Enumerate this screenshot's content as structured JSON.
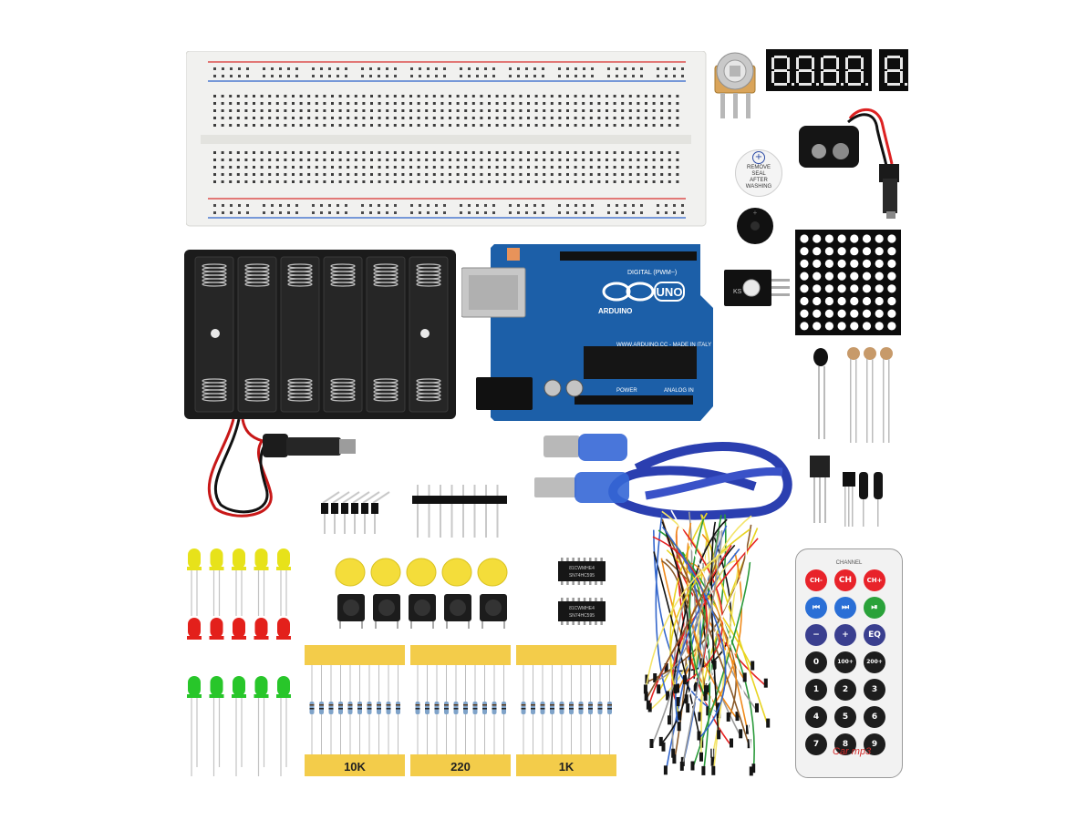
{
  "resistors": {
    "left_label": "10K",
    "middle_label": "220",
    "right_label": "1K"
  },
  "arduino": {
    "logo_text": "UNO",
    "brand_text": "ARDUINO",
    "digital_text": "DIGITAL (PWM~)",
    "made_text": "WWW.ARDUINO.CC - MADE IN ITALY",
    "power_text": "POWER",
    "analog_text": "ANALOG IN"
  },
  "buzzer_seal": {
    "line1": "REMOVE",
    "line2": "SEAL",
    "line3": "AFTER",
    "line4": "WASHING"
  },
  "ics": {
    "ic1_line1": "81CWMHE4",
    "ic1_line2": "SN74HC595",
    "ic2_line1": "81CWMHE4",
    "ic2_line2": "SN74HC595"
  },
  "remote": {
    "header": "CHANNEL",
    "buttons": [
      {
        "label": "CH-",
        "color": "#e8232a"
      },
      {
        "label": "CH",
        "color": "#e8232a"
      },
      {
        "label": "CH+",
        "color": "#e8232a"
      },
      {
        "label": "⏮",
        "color": "#2a6fd6"
      },
      {
        "label": "⏭",
        "color": "#2a6fd6"
      },
      {
        "label": "⏯",
        "color": "#2aa23a"
      },
      {
        "label": "−",
        "color": "#3a3f8f"
      },
      {
        "label": "+",
        "color": "#3a3f8f"
      },
      {
        "label": "EQ",
        "color": "#3a3f8f"
      },
      {
        "label": "0",
        "color": "#1d1d1d"
      },
      {
        "label": "100+",
        "color": "#1d1d1d"
      },
      {
        "label": "200+",
        "color": "#1d1d1d"
      },
      {
        "label": "1",
        "color": "#1d1d1d"
      },
      {
        "label": "2",
        "color": "#1d1d1d"
      },
      {
        "label": "3",
        "color": "#1d1d1d"
      },
      {
        "label": "4",
        "color": "#1d1d1d"
      },
      {
        "label": "5",
        "color": "#1d1d1d"
      },
      {
        "label": "6",
        "color": "#1d1d1d"
      },
      {
        "label": "7",
        "color": "#1d1d1d"
      },
      {
        "label": "8",
        "color": "#1d1d1d"
      },
      {
        "label": "9",
        "color": "#1d1d1d"
      }
    ],
    "brand": "Car mp3"
  },
  "colors": {
    "arduino_blue": "#1c5fa8",
    "led_yellow": "#e7e21a",
    "led_red": "#e3201b",
    "led_green": "#28c62a",
    "tape": "#f3cc4a",
    "cable_blue": "#2b3fb0"
  }
}
